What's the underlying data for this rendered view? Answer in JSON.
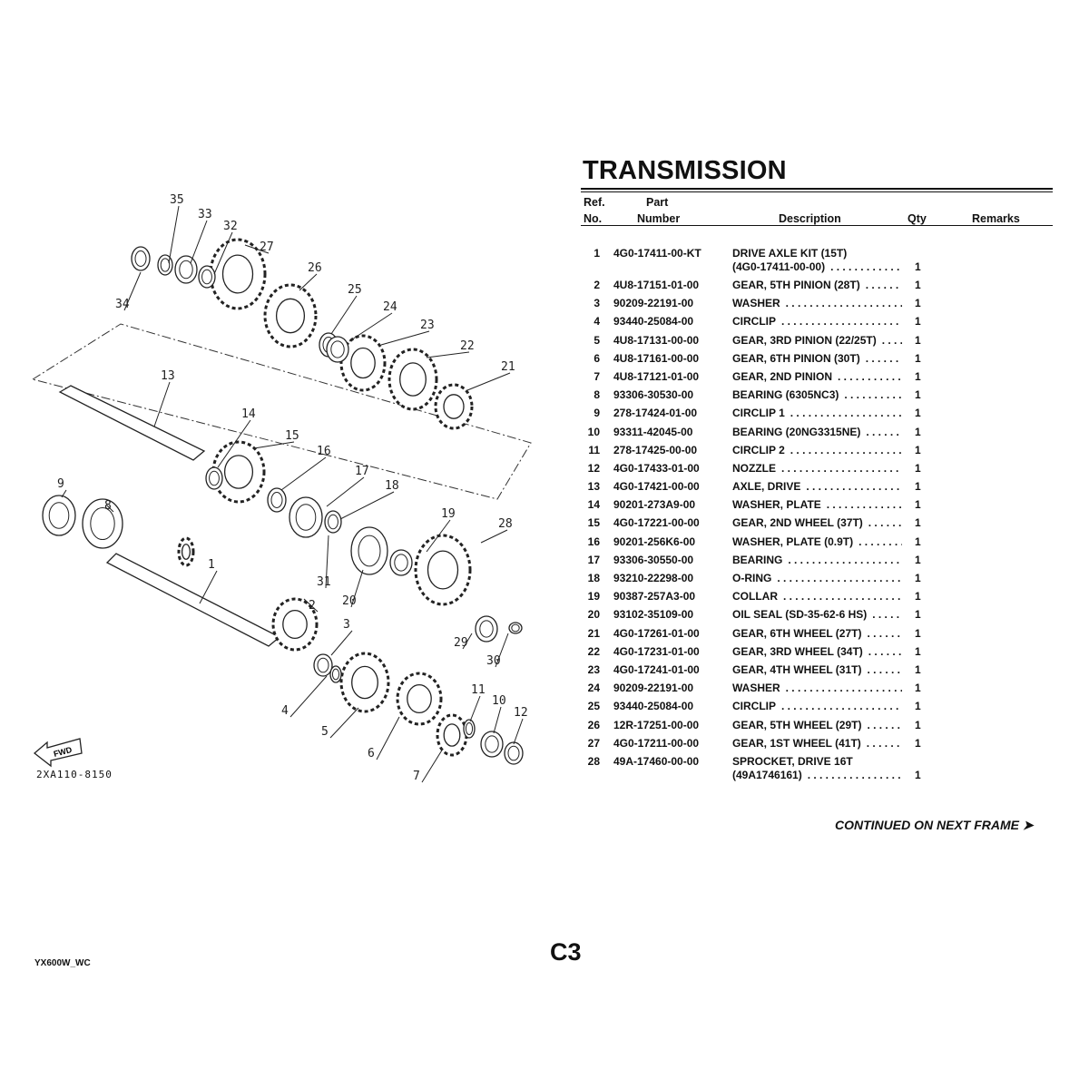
{
  "title": "TRANSMISSION",
  "headers": {
    "ref_1": "Ref.",
    "ref_2": "No.",
    "part_1": "Part",
    "part_2": "Number",
    "description": "Description",
    "qty": "Qty",
    "remarks": "Remarks"
  },
  "rows": [
    {
      "ref": "1",
      "part": "4G0-17411-00-KT",
      "desc": "DRIVE AXLE KIT (15T)",
      "desc2": "(4G0-17411-00-00)",
      "qty": "1"
    },
    {
      "ref": "2",
      "part": "4U8-17151-01-00",
      "desc": "GEAR, 5TH PINION (28T)",
      "qty": "1"
    },
    {
      "ref": "3",
      "part": "90209-22191-00",
      "desc": "WASHER",
      "qty": "1"
    },
    {
      "ref": "4",
      "part": "93440-25084-00",
      "desc": "CIRCLIP",
      "qty": "1"
    },
    {
      "ref": "5",
      "part": "4U8-17131-00-00",
      "desc": "GEAR, 3RD PINION (22/25T)",
      "qty": "1"
    },
    {
      "ref": "6",
      "part": "4U8-17161-00-00",
      "desc": "GEAR, 6TH PINION (30T)",
      "qty": "1"
    },
    {
      "ref": "7",
      "part": "4U8-17121-01-00",
      "desc": "GEAR, 2ND PINION",
      "qty": "1"
    },
    {
      "ref": "8",
      "part": "93306-30530-00",
      "desc": "BEARING (6305NC3)",
      "qty": "1"
    },
    {
      "ref": "9",
      "part": "278-17424-01-00",
      "desc": "CIRCLIP 1",
      "qty": "1"
    },
    {
      "ref": "10",
      "part": "93311-42045-00",
      "desc": "BEARING (20NG3315NE)",
      "qty": "1"
    },
    {
      "ref": "11",
      "part": "278-17425-00-00",
      "desc": "CIRCLIP 2",
      "qty": "1"
    },
    {
      "ref": "12",
      "part": "4G0-17433-01-00",
      "desc": "NOZZLE",
      "qty": "1"
    },
    {
      "ref": "13",
      "part": "4G0-17421-00-00",
      "desc": "AXLE, DRIVE",
      "qty": "1"
    },
    {
      "ref": "14",
      "part": "90201-273A9-00",
      "desc": "WASHER, PLATE",
      "qty": "1"
    },
    {
      "ref": "15",
      "part": "4G0-17221-00-00",
      "desc": "GEAR, 2ND WHEEL (37T)",
      "qty": "1"
    },
    {
      "ref": "16",
      "part": "90201-256K6-00",
      "desc": "WASHER, PLATE (0.9T)",
      "qty": "1"
    },
    {
      "ref": "17",
      "part": "93306-30550-00",
      "desc": "BEARING",
      "qty": "1"
    },
    {
      "ref": "18",
      "part": "93210-22298-00",
      "desc": "O-RING",
      "qty": "1"
    },
    {
      "ref": "19",
      "part": "90387-257A3-00",
      "desc": "COLLAR",
      "qty": "1"
    },
    {
      "ref": "20",
      "part": "93102-35109-00",
      "desc": "OIL SEAL (SD-35-62-6 HS)",
      "qty": "1"
    },
    {
      "ref": "21",
      "part": "4G0-17261-01-00",
      "desc": "GEAR, 6TH WHEEL (27T)",
      "qty": "1"
    },
    {
      "ref": "22",
      "part": "4G0-17231-01-00",
      "desc": "GEAR, 3RD WHEEL (34T)",
      "qty": "1"
    },
    {
      "ref": "23",
      "part": "4G0-17241-01-00",
      "desc": "GEAR, 4TH WHEEL (31T)",
      "qty": "1"
    },
    {
      "ref": "24",
      "part": "90209-22191-00",
      "desc": "WASHER",
      "qty": "1"
    },
    {
      "ref": "25",
      "part": "93440-25084-00",
      "desc": "CIRCLIP",
      "qty": "1"
    },
    {
      "ref": "26",
      "part": "12R-17251-00-00",
      "desc": "GEAR, 5TH WHEEL (29T)",
      "qty": "1"
    },
    {
      "ref": "27",
      "part": "4G0-17211-00-00",
      "desc": "GEAR, 1ST WHEEL (41T)",
      "qty": "1"
    },
    {
      "ref": "28",
      "part": "49A-17460-00-00",
      "desc": "SPROCKET, DRIVE 16T",
      "desc2": "(49A1746161)",
      "qty": "1"
    }
  ],
  "continued": "CONTINUED ON NEXT FRAME ➤",
  "page_number": "C3",
  "model_code": "YX600W_WC",
  "diagram": {
    "code": "2XA110-8150",
    "fwd_label": "FWD",
    "callouts": [
      "35",
      "33",
      "32",
      "34",
      "27",
      "26",
      "25",
      "24",
      "23",
      "22",
      "21",
      "13",
      "14",
      "15",
      "16",
      "17",
      "18",
      "9",
      "8",
      "1",
      "19",
      "28",
      "31",
      "20",
      "2",
      "3",
      "29",
      "30",
      "4",
      "5",
      "6",
      "7",
      "11",
      "10",
      "12"
    ]
  }
}
